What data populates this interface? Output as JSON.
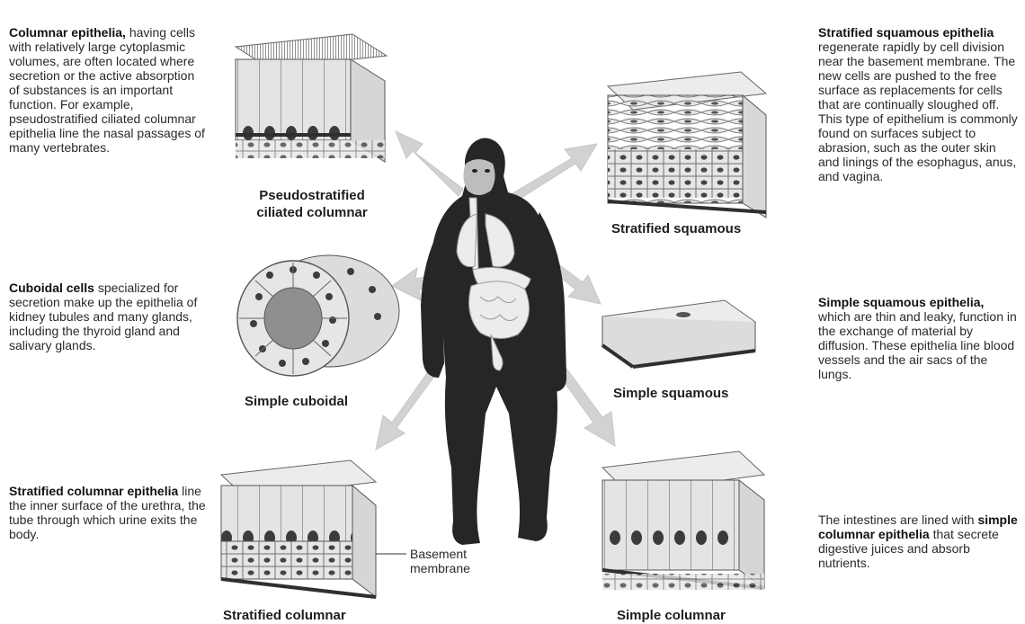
{
  "descriptions": {
    "columnar": {
      "bold": "Columnar epithelia,",
      "text": "having cells with relatively large cytoplasmic volumes, are often located where secretion or the active absorption of substances is an important function. For example, pseudostratified ciliated columnar epithelia line the nasal passages of many vertebrates."
    },
    "cuboidal": {
      "bold": "Cuboidal cells",
      "text": "specialized for secretion make up the epithelia of kidney tubules and many glands, including the thyroid gland and salivary glands."
    },
    "stratified_columnar": {
      "bold": "Stratified columnar epithelia",
      "text": "line the inner surface of the urethra, the tube through which urine exits the body."
    },
    "stratified_squamous": {
      "bold": "Stratified squamous epithelia",
      "text": "regenerate rapidly by cell division near the basement membrane. The new cells are pushed to the free surface as replacements for cells that are continually sloughed off. This type of epithelium is commonly found on surfaces subject to abrasion, such as the outer skin and linings of the esophagus, anus, and vagina."
    },
    "simple_squamous": {
      "bold": "Simple squamous epithelia,",
      "text": "which are thin and leaky, function in the exchange of material by diffusion. These epithelia line blood vessels and the air sacs of the lungs."
    },
    "simple_columnar": {
      "pre": "The intestines are lined with",
      "bold": "simple columnar epithelia",
      "text": "that secrete digestive juices and absorb nutrients."
    }
  },
  "labels": {
    "pseudostratified_line1": "Pseudostratified",
    "pseudostratified_line2": "ciliated columnar",
    "stratified_squamous": "Stratified squamous",
    "simple_cuboidal": "Simple cuboidal",
    "simple_squamous": "Simple squamous",
    "stratified_columnar": "Stratified columnar",
    "simple_columnar": "Simple columnar",
    "basement_membrane_line1": "Basement",
    "basement_membrane_line2": "membrane"
  },
  "colors": {
    "cell_fill": "#e3e3e3",
    "cell_stroke": "#6b6b6b",
    "nucleus": "#3a3a3a",
    "arrow": "#d2d2d2",
    "membrane": "#2f2f2f",
    "primate": "#262626",
    "organs": "#eeeeee"
  }
}
